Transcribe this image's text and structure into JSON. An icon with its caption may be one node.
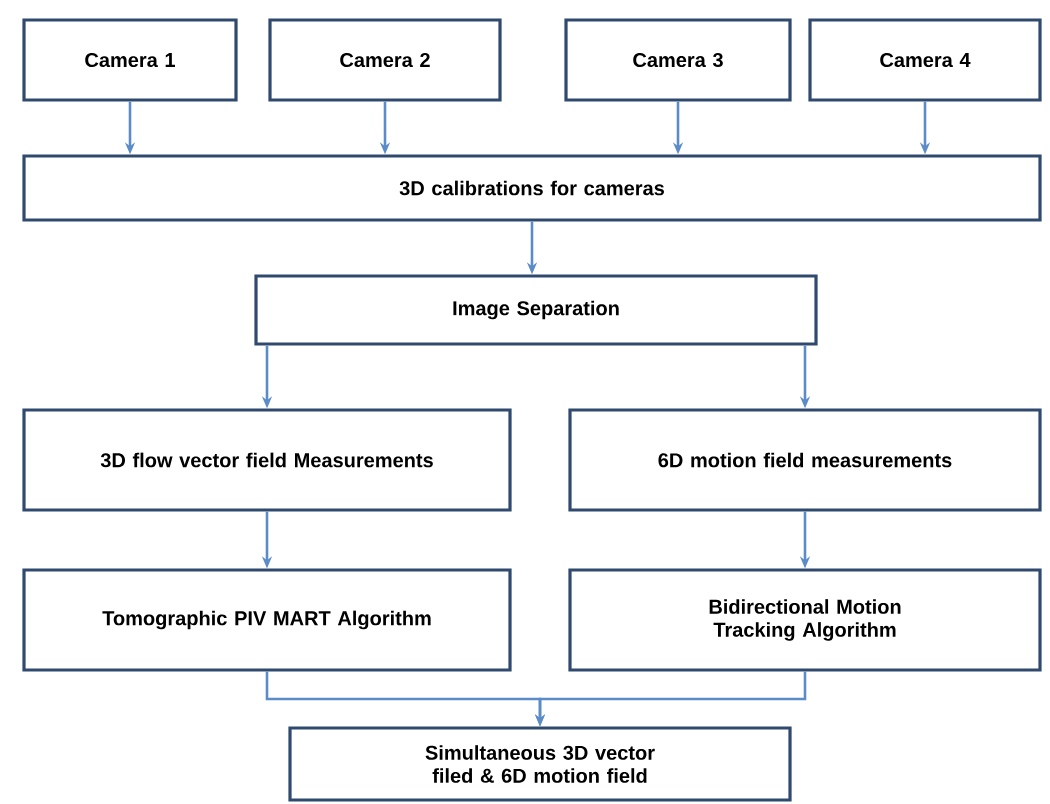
{
  "diagram": {
    "nodes": [
      {
        "text": [
          "Camera 1"
        ]
      },
      {
        "text": [
          "Camera 2"
        ]
      },
      {
        "text": [
          "Camera 3"
        ]
      },
      {
        "text": [
          "Camera 4"
        ]
      },
      {
        "text": [
          "3D calibrations for cameras"
        ]
      },
      {
        "text": [
          "Image Separation"
        ]
      },
      {
        "text": [
          "3D flow vector field Measurements"
        ]
      },
      {
        "text": [
          "6D motion field measurements"
        ]
      },
      {
        "text": [
          "Tomographic PIV MART Algorithm"
        ]
      },
      {
        "text": [
          "Bidirectional Motion Tracking Algorithm"
        ]
      },
      {
        "text": [
          "Simultaneous 3D vector filed & 6D motion field"
        ]
      }
    ],
    "edges": [
      {
        "from": 0,
        "to": 4,
        "arrow": "to"
      },
      {
        "from": 1,
        "to": 4,
        "arrow": "to"
      },
      {
        "from": 2,
        "to": 4,
        "arrow": "to"
      },
      {
        "from": 3,
        "to": 4,
        "arrow": "to"
      },
      {
        "from": 4,
        "to": 5,
        "arrow": "to"
      },
      {
        "from": 5,
        "to": 6,
        "arrow": "to"
      },
      {
        "from": 5,
        "to": 7,
        "arrow": "to"
      },
      {
        "from": 6,
        "to": 8,
        "arrow": "to"
      },
      {
        "from": 7,
        "to": 9,
        "arrow": "to"
      },
      {
        "from": 8,
        "to": 10,
        "arrow": "to"
      },
      {
        "from": 9,
        "to": 10,
        "arrow": "to"
      }
    ]
  }
}
